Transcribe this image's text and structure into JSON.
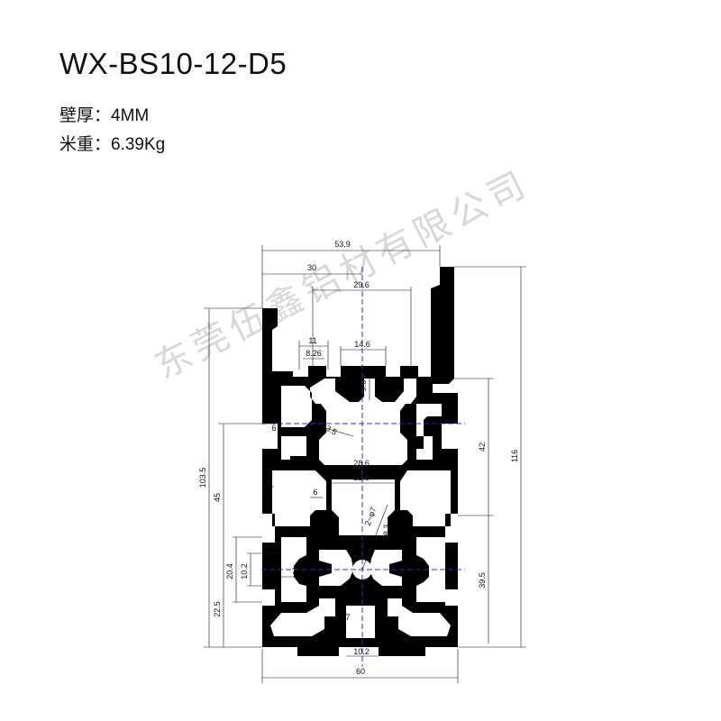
{
  "header": {
    "title": "WX-BS10-12-D5",
    "wall_label": "壁厚：",
    "wall_value": "4MM",
    "weight_label": "米重：",
    "weight_value": "6.39Kg"
  },
  "watermark": "东莞伍鑫铝材有限公司",
  "colors": {
    "profile": "#000000",
    "centerline": "#3030c0",
    "dimension": "#111111"
  },
  "chart_data": {
    "type": "technical-drawing",
    "title": "WX-BS10-12-D5",
    "dimensions": [
      {
        "id": "top-width",
        "value": "53.9"
      },
      {
        "id": "upper-half-width",
        "value": "30"
      },
      {
        "id": "inner-top-width",
        "value": "29.6"
      },
      {
        "id": "left-slot-outer",
        "value": "11"
      },
      {
        "id": "left-slot-inner",
        "value": "8.26"
      },
      {
        "id": "center-slot-width",
        "value": "14.6"
      },
      {
        "id": "center-slot-depth",
        "value": "9.6"
      },
      {
        "id": "top-left-notch",
        "value": "6"
      },
      {
        "id": "hole-dia",
        "value": "3.5"
      },
      {
        "id": "right-height",
        "value": "42"
      },
      {
        "id": "full-height",
        "value": "116"
      },
      {
        "id": "left-height",
        "value": "103.5"
      },
      {
        "id": "left-mid-height",
        "value": "45"
      },
      {
        "id": "cavity-outer-width",
        "value": "28.6"
      },
      {
        "id": "cavity-inner-width",
        "value": "22.6"
      },
      {
        "id": "wall-thickness",
        "value": "4"
      },
      {
        "id": "cavity-notch",
        "value": "6"
      },
      {
        "id": "rib-thickness",
        "value": "2~φ7"
      },
      {
        "id": "rib-height",
        "value": "8.3"
      },
      {
        "id": "slot-opening-outer",
        "value": "20.4"
      },
      {
        "id": "slot-opening-inner",
        "value": "10.2"
      },
      {
        "id": "slot-lip",
        "value": "7"
      },
      {
        "id": "lower-left-height",
        "value": "22.5"
      },
      {
        "id": "lower-right-height",
        "value": "39.5"
      },
      {
        "id": "bottom-slot-depth",
        "value": "7"
      },
      {
        "id": "bottom-slot-width",
        "value": "10.2"
      },
      {
        "id": "bottom-width",
        "value": "60"
      }
    ]
  }
}
